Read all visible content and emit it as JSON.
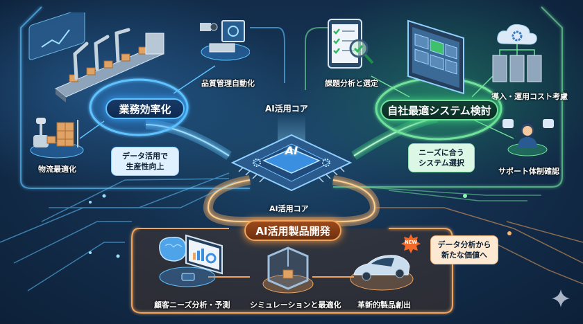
{
  "diagram": {
    "center": {
      "title_top": "AI活用コア",
      "title_bottom": "AI活用コア",
      "chip_label": "AI"
    },
    "sections": {
      "efficiency": {
        "title": "業務効率化",
        "color": "#5fc3ff",
        "items": [
          {
            "label": "品質管理自動化",
            "icon": "camera-inspection-icon"
          },
          {
            "label": "物流最適化",
            "icon": "forklift-boxes-icon"
          },
          {
            "label": "",
            "icon": "robot-arm-conveyor-icon"
          }
        ],
        "bubble": {
          "line1": "データ活用で",
          "line2": "生産性向上"
        }
      },
      "system": {
        "title": "自社最適システム検討",
        "color": "#6fe39a",
        "items": [
          {
            "label": "課題分析と選定",
            "icon": "checklist-magnifier-icon"
          },
          {
            "label": "導入・運用コスト考慮",
            "icon": "cloud-servers-icon"
          },
          {
            "label": "サポート体制確認",
            "icon": "support-operator-icon"
          },
          {
            "label": "",
            "icon": "tablet-dashboard-icon"
          }
        ],
        "bubble": {
          "line1": "ニーズに合う",
          "line2": "システム選択"
        }
      },
      "product": {
        "title": "AI活用製品開発",
        "color": "#f0a45c",
        "items": [
          {
            "label": "顧客ニーズ分析・予測",
            "icon": "brain-analytics-icon"
          },
          {
            "label": "シミュレーションと最適化",
            "icon": "3d-printer-icon"
          },
          {
            "label": "革新的製品創出",
            "icon": "car-icon"
          }
        ],
        "badge": "NEW",
        "bubble": {
          "line1": "データ分析から",
          "line2": "新たな価値へ"
        }
      }
    }
  }
}
